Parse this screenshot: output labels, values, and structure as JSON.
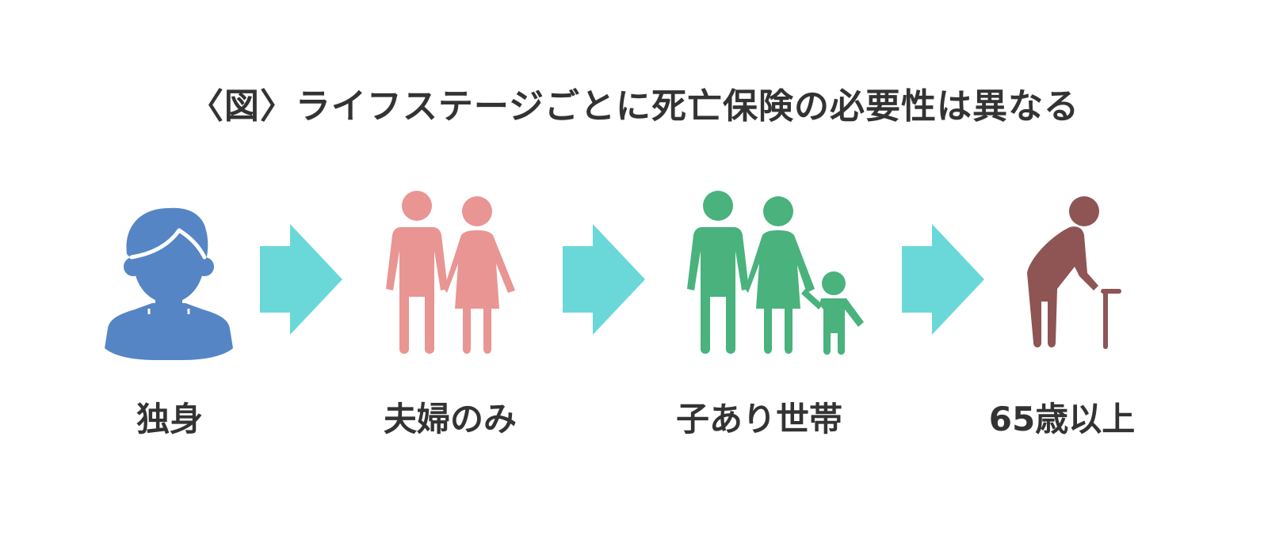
{
  "title": "〈図〉ライフステージごとに死亡保険の必要性は異なる",
  "stages": [
    {
      "label": "独身",
      "icon": "single-person-icon",
      "color": "#5585c5"
    },
    {
      "label": "夫婦のみ",
      "icon": "couple-icon",
      "color": "#e89593"
    },
    {
      "label": "子あり世帯",
      "icon": "family-with-child-icon",
      "color": "#49b27d"
    },
    {
      "label": "65歳以上",
      "icon": "elderly-person-with-cane-icon",
      "color": "#8e5554"
    }
  ],
  "arrow_color": "#6ad8d8"
}
